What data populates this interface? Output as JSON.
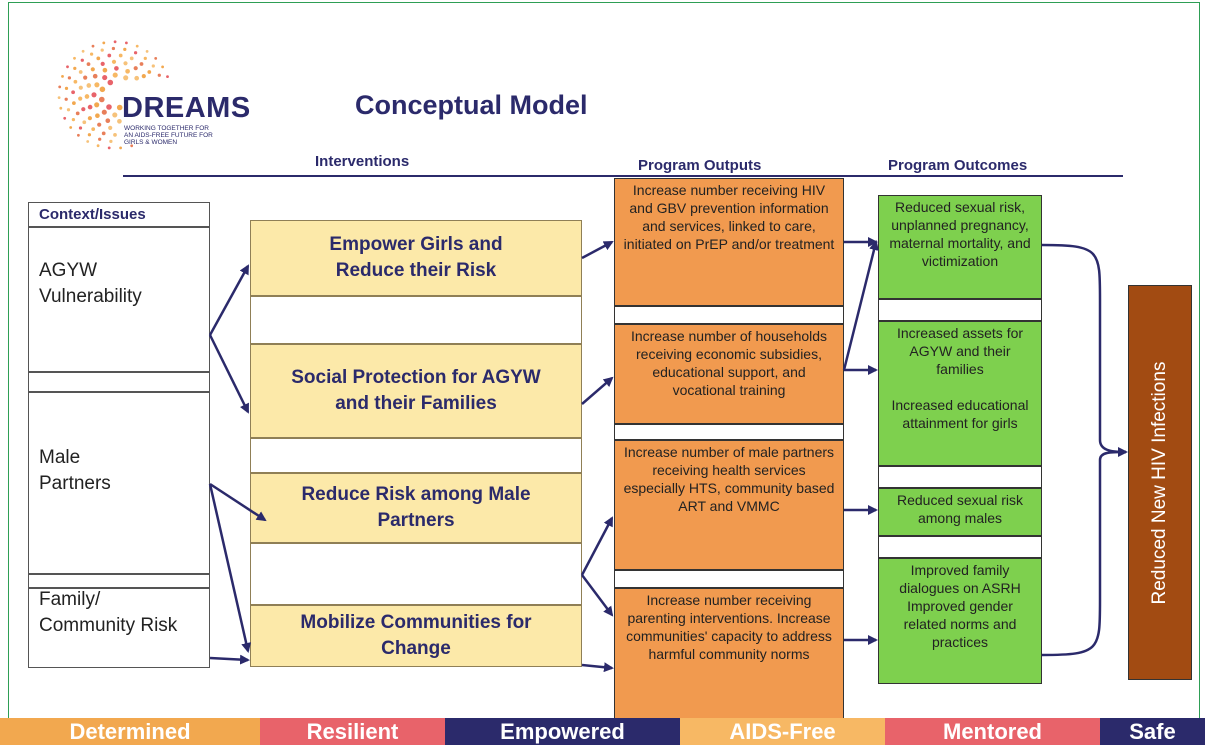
{
  "logo": {
    "word": "DREAMS",
    "tagline": "WORKING TOGETHER FOR AN AIDS-FREE FUTURE FOR GIRLS & WOMEN"
  },
  "title": "Conceptual Model",
  "headers": {
    "interventions": "Interventions",
    "outputs": "Program Outputs",
    "outcomes": "Program Outcomes"
  },
  "context": {
    "header": "Context/Issues",
    "items": [
      "AGYW Vulnerability",
      "Male Partners",
      "Family/ Community Risk"
    ]
  },
  "interventions": [
    "Empower Girls and Reduce their Risk",
    "Social Protection for AGYW and their Families",
    "Reduce Risk among Male Partners",
    "Mobilize Communities for Change"
  ],
  "outputs": [
    "Increase number receiving HIV and GBV prevention information and services, linked to care, initiated on PrEP and/or treatment",
    "Increase number of households receiving economic subsidies, educational support, and vocational training",
    "Increase  number of male partners receiving health services especially HTS, community based ART and VMMC",
    "Increase number receiving parenting interventions. Increase communities' capacity to address harmful community norms"
  ],
  "outcomes": [
    "Reduced sexual risk, unplanned pregnancy, maternal mortality, and victimization",
    "Increased assets for AGYW and their families",
    "Increased educational attainment for girls",
    "Reduced sexual risk among males",
    "Improved family dialogues on ASRH",
    "Improved gender related norms and practices"
  ],
  "final": "Reduced New HIV Infections",
  "footer": [
    {
      "label": "Determined",
      "color": "#f2a84f"
    },
    {
      "label": "Resilient",
      "color": "#e8636a"
    },
    {
      "label": "Empowered",
      "color": "#2b2a6b"
    },
    {
      "label": "AIDS-Free",
      "color": "#f7b864"
    },
    {
      "label": "Mentored",
      "color": "#e8636a"
    },
    {
      "label": "Safe",
      "color": "#2b2a6b"
    }
  ],
  "colors": {
    "navy": "#2b2a6b",
    "intervention": "#fce9a9",
    "output": "#f19a4f",
    "outcome": "#7ed04e",
    "final": "#a24b12"
  }
}
